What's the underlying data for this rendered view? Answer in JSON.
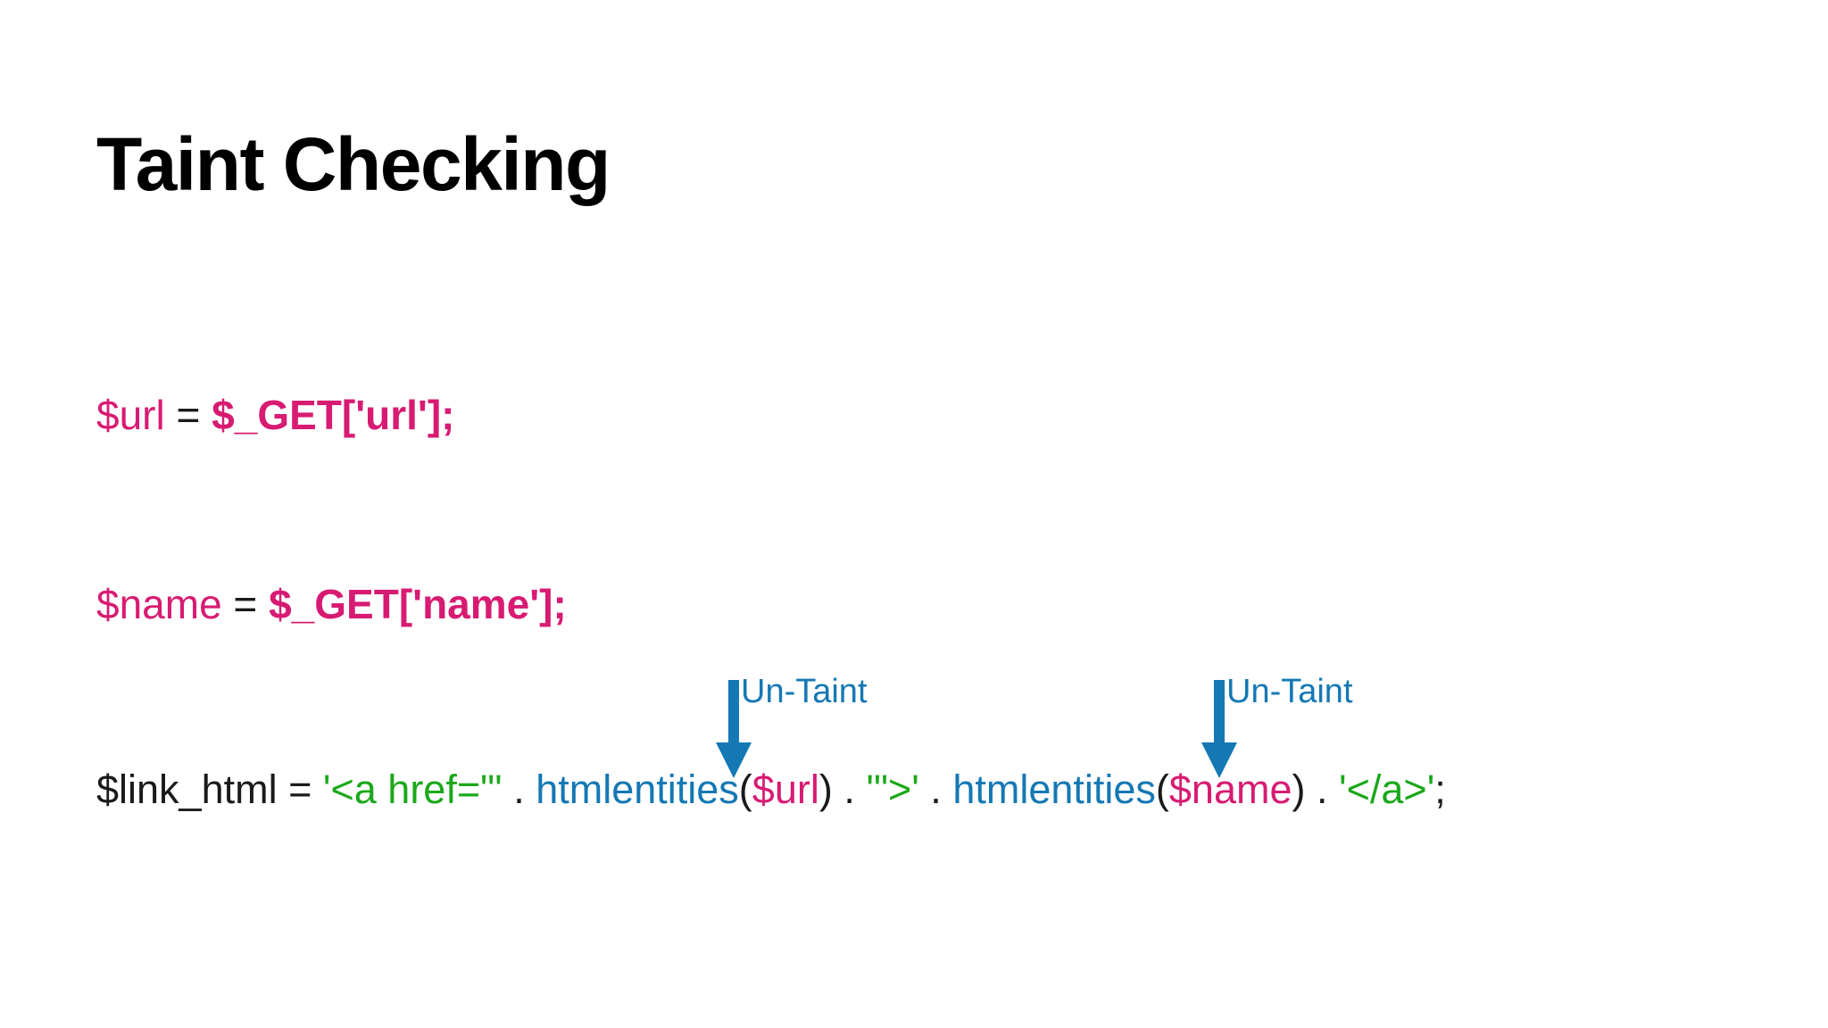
{
  "slide": {
    "title": "Taint Checking",
    "background_color": "#ffffff"
  },
  "colors": {
    "variable_pink": "#d81b72",
    "string_green": "#1ba81b",
    "function_blue": "#1478b4",
    "plain_black": "#1a1a1a",
    "arrow_blue": "#1478b4"
  },
  "code": {
    "line1": {
      "t1": "$url",
      "t2": " = ",
      "t3": "$_GET['url'];"
    },
    "line2": {
      "t1": "$name",
      "t2": " = ",
      "t3": "$_GET['name'];"
    },
    "line3": {
      "t1": "$link_html",
      "t2": " = ",
      "t3": "'<a href=\"'",
      "t4": " . ",
      "t5": "htmlentities",
      "t6": "(",
      "t7": "$url",
      "t8": ")",
      "t9": " . ",
      "t10": "'\">'",
      "t11": " . ",
      "t12": "htmlentities",
      "t13": "(",
      "t14": "$name",
      "t15": ")",
      "t16": " . ",
      "t17": "'</a>'",
      "t18": ";"
    }
  },
  "annotations": [
    {
      "label": "Un-Taint",
      "target": "htmlentities($url)"
    },
    {
      "label": "Un-Taint",
      "target": "htmlentities($name)"
    }
  ]
}
